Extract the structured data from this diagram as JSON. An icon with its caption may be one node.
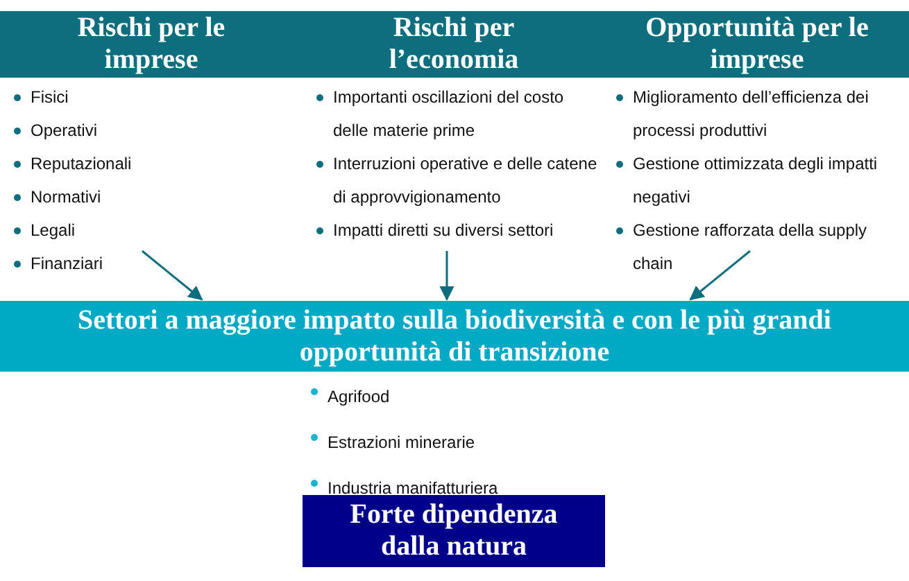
{
  "diagram": {
    "nodes": [
      {
        "text": [
          "Rischi per le imprese",
          "Fisici",
          "Operativi",
          "Reputazionali",
          "Normativi",
          "Legali",
          "Finanziari"
        ]
      },
      {
        "text": [
          "Rischi per l’economia",
          "Importanti oscillazioni del costo delle materie prime",
          "Interruzioni operative e delle catene di approvvigionamento",
          "Impatti diretti su diversi settori"
        ]
      },
      {
        "text": [
          "Opportunità per le imprese",
          "Miglioramento dell’efficienza dei processi produttivi",
          "Gestione ottimizzata degli impatti negativi",
          "Gestione rafforzata della supply chain"
        ]
      },
      {
        "text": [
          "Settori a maggiore impatto sulla biodiversità e con le più grandi opportunità di transizione",
          "Agrifood",
          "Estrazioni minerarie",
          "Industria manifatturiera"
        ]
      },
      {
        "text": [
          "Forte dipendenza dalla natura"
        ]
      }
    ],
    "edges": [
      {
        "from": 0,
        "to": 3,
        "arrow": "to"
      },
      {
        "from": 1,
        "to": 3,
        "arrow": "to"
      },
      {
        "from": 2,
        "to": 3,
        "arrow": "to"
      }
    ]
  }
}
